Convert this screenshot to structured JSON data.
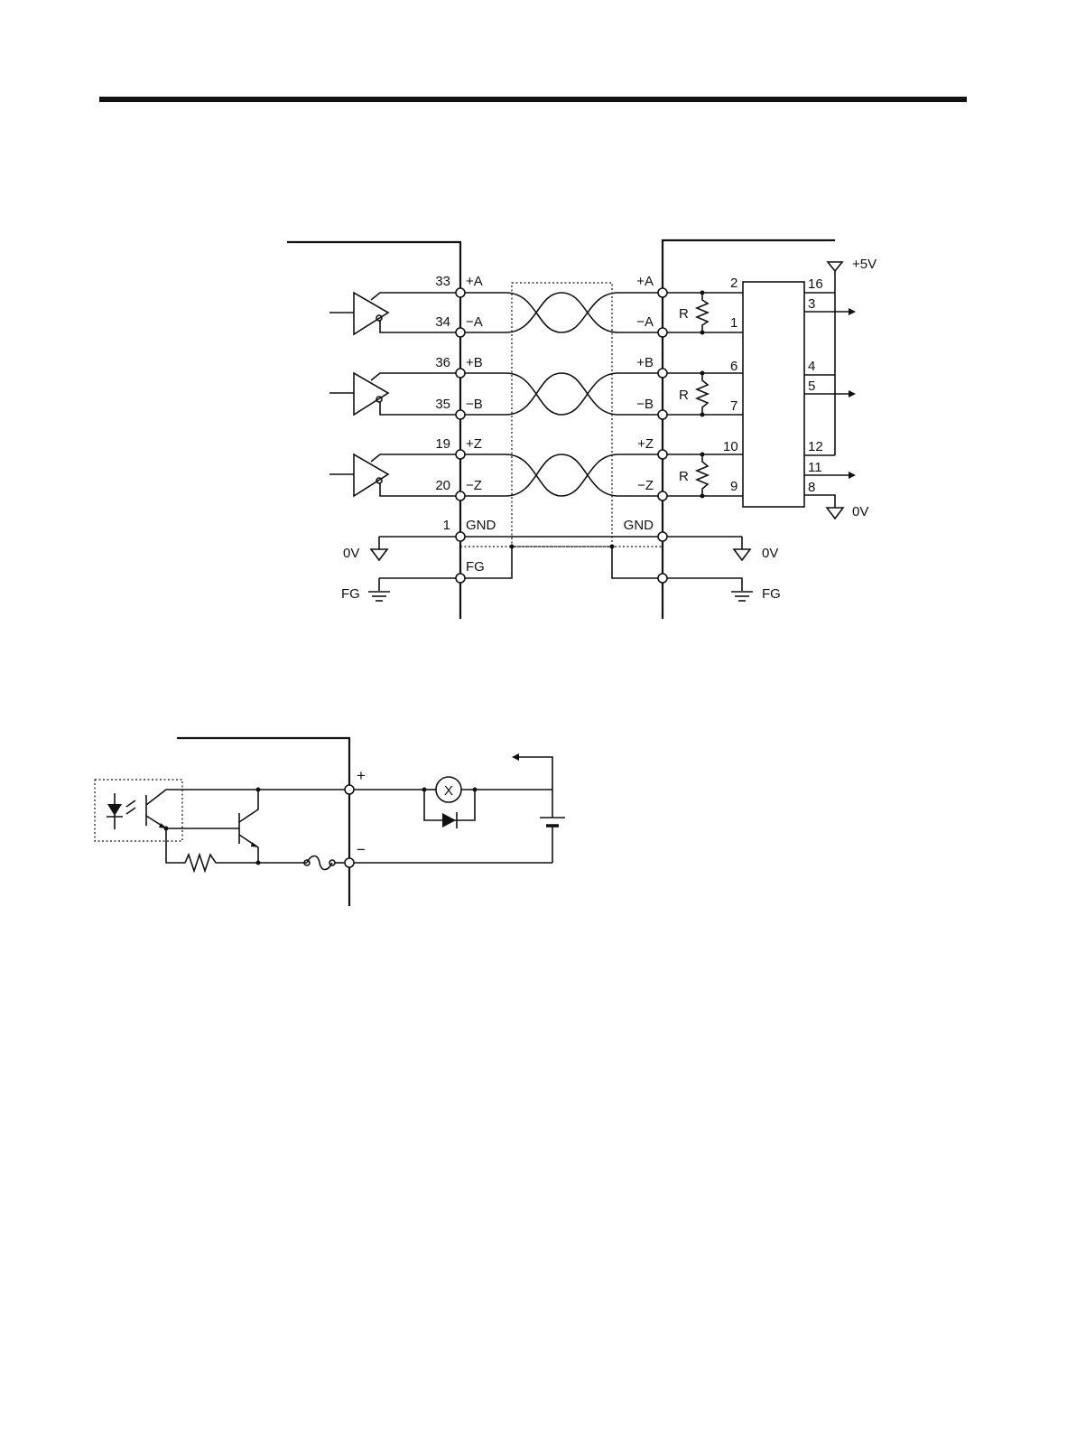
{
  "encoder_diagram": {
    "left_labels": [
      {
        "pin": "33",
        "sig": "+A"
      },
      {
        "pin": "34",
        "sig": "−A"
      },
      {
        "pin": "36",
        "sig": "+B"
      },
      {
        "pin": "35",
        "sig": "−B"
      },
      {
        "pin": "19",
        "sig": "+Z"
      },
      {
        "pin": "20",
        "sig": "−Z"
      },
      {
        "pin": "1",
        "sig": "GND"
      },
      {
        "pin": "",
        "sig": "FG"
      }
    ],
    "right_labels": [
      "+A",
      "−A",
      "+B",
      "−B",
      "+Z",
      "−Z",
      "GND"
    ],
    "resistor_label": "R",
    "ic_left_pins": [
      "2",
      "1",
      "6",
      "7",
      "10",
      "9"
    ],
    "ic_right_pins": [
      "16",
      "3",
      "4",
      "5",
      "12",
      "11",
      "8"
    ],
    "supply_label": "+5V",
    "zero_v_label": "0V",
    "fg_label": "FG"
  },
  "output_diagram": {
    "plus_label": "+",
    "minus_label": "−",
    "relay_label": "X"
  }
}
